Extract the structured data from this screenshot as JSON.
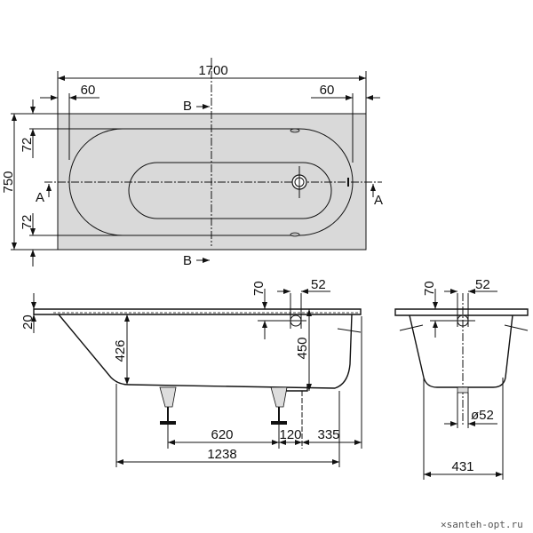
{
  "top_view": {
    "overall_length": "1700",
    "rim_left": "60",
    "rim_right": "60",
    "overall_width": "750",
    "rim_top": "72",
    "rim_bottom": "72",
    "section_a": "A",
    "section_b": "B",
    "fill_color": "#d9d9d9"
  },
  "side_view": {
    "rim_thickness": "20",
    "inner_depth": "426",
    "total_height": "450",
    "overflow_offset": "70",
    "overflow_diameter": "52",
    "leg_spacing": "620",
    "leg_to_drain": "120",
    "drain_to_end": "335",
    "bottom_length": "1238"
  },
  "end_view": {
    "overflow_offset": "70",
    "overflow_diameter": "52",
    "drain_diameter": "ø52",
    "bottom_width": "431"
  },
  "watermark": "santeh-opt.ru"
}
